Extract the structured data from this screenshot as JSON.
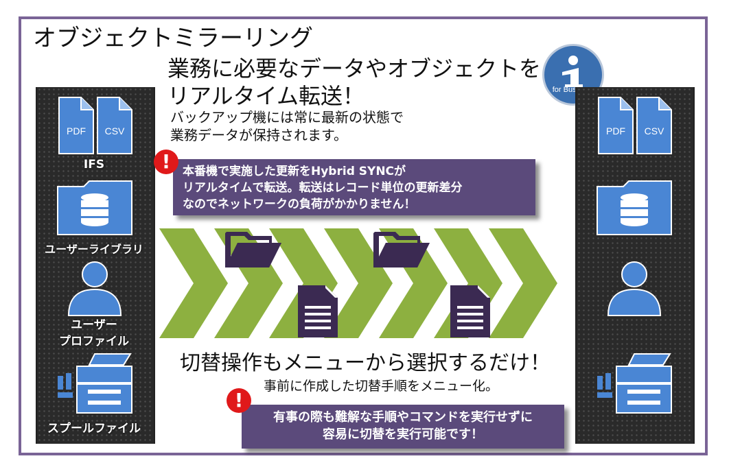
{
  "title": "オブジェクトミラーリング",
  "headline": {
    "line1": "業務に必要なデータやオブジェクトを",
    "line2": "リアルタイム転送！"
  },
  "subtext": {
    "line1": "バックアップ機には常に最新の状態で",
    "line2": "業務データが保持されます。"
  },
  "callout1": {
    "line1": "本番機で実施した更新をHybrid SYNCが",
    "line2": "リアルタイムで転送。転送はレコード単位の更新差分",
    "line3": "なのでネットワークの負荷がかかりません！"
  },
  "switch_headline": "切替操作もメニューから選択するだけ！",
  "switch_subtext": "事前に作成した切替手順をメニュー化。",
  "callout2": {
    "line1": "有事の際も難解な手順やコマンドを実行せずに",
    "line2": "容易に切替を実行可能です！"
  },
  "alert_mark": "!",
  "logo": {
    "text": "for Business",
    "icon": "ibm-i-logo"
  },
  "left_server": {
    "labels": {
      "ifs": "IFS",
      "library": "ユーザーライブラリ",
      "profile_line1": "ユーザー",
      "profile_line2": "プロファイル",
      "spool": "スプールファイル"
    }
  },
  "file_badges": {
    "pdf": "PDF",
    "csv": "CSV"
  },
  "colors": {
    "frame": "#7a6496",
    "callout": "#5b4a7b",
    "alert": "#e0191a",
    "icon_blue": "#4a86d4",
    "chevron_green": "#8db040",
    "flow_icon": "#3b2a52"
  },
  "icons": [
    "pdf-file-icon",
    "csv-file-icon",
    "database-folder-icon",
    "user-icon",
    "printer-icon",
    "folder-icon",
    "document-icon"
  ]
}
